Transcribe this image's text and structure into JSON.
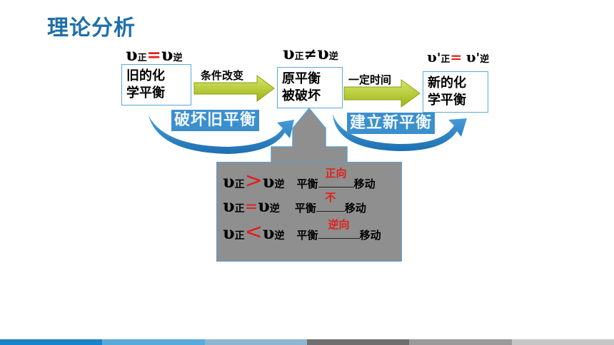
{
  "title": "理论分析",
  "v": "υ",
  "boxes": {
    "left": {
      "line1": "旧的化",
      "line2": "学平衡"
    },
    "middle": {
      "line1": "原平衡",
      "line2": "被破坏"
    },
    "right": {
      "line1": "新的化",
      "line2": "学平衡"
    }
  },
  "equations": {
    "left": {
      "sub1": "正",
      "op": "=",
      "sub2": "逆"
    },
    "middle": {
      "sub1": "正",
      "op": "≠",
      "sub2": "逆"
    },
    "right": {
      "prime": "'",
      "sub1": "正",
      "op": "=",
      "sub2": "逆"
    }
  },
  "arrows": {
    "condition": "条件改变",
    "time": "一定时间"
  },
  "bands": {
    "break": "破坏旧平衡",
    "build": "建立新平衡"
  },
  "rows": [
    {
      "sub1": "正",
      "symbol": ">",
      "sub2": "逆",
      "label": "平衡",
      "fill": "正向",
      "suffix": "移动"
    },
    {
      "sub1": "正",
      "symbol": "=",
      "sub2": "逆",
      "label": "平衡",
      "fill": "不",
      "suffix": "移动"
    },
    {
      "sub1": "正",
      "symbol": "<",
      "sub2": "逆",
      "label": "平衡",
      "fill": "逆向",
      "suffix": "移动"
    }
  ],
  "colors": {
    "title": "#1f6fa8",
    "accent_red": "#e0201b",
    "arrow_green": "#a8bf1e",
    "band_blue": "#3c8fcd",
    "panel_gray": "#8f8f8f"
  },
  "footer_colors": [
    "#1a83c9",
    "#5aaad9",
    "#8fb6cf",
    "#6f6f6f",
    "#9a9a9a",
    "#c5c5c5"
  ]
}
